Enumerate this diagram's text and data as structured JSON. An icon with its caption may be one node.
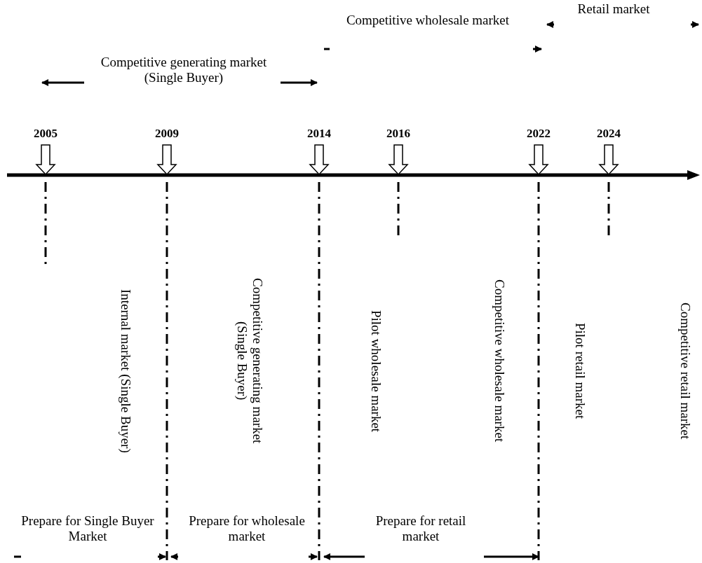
{
  "diagram": {
    "labels": [
      "Retail market",
      "Competitive wholesale market",
      "Competitive generating market (Single Buyer)",
      "2005",
      "2009",
      "2014",
      "2016",
      "2022",
      "2024",
      "Internal market (Single Buyer)",
      "Competitive generating market (Single Buyer)",
      "Pilot wholesale market",
      "Competitive wholesale market",
      "Pilot retail market",
      "Competitive retail market",
      "Prepare for Single Buyer Market",
      "Prepare for wholesale market",
      "Prepare for retail market"
    ]
  }
}
